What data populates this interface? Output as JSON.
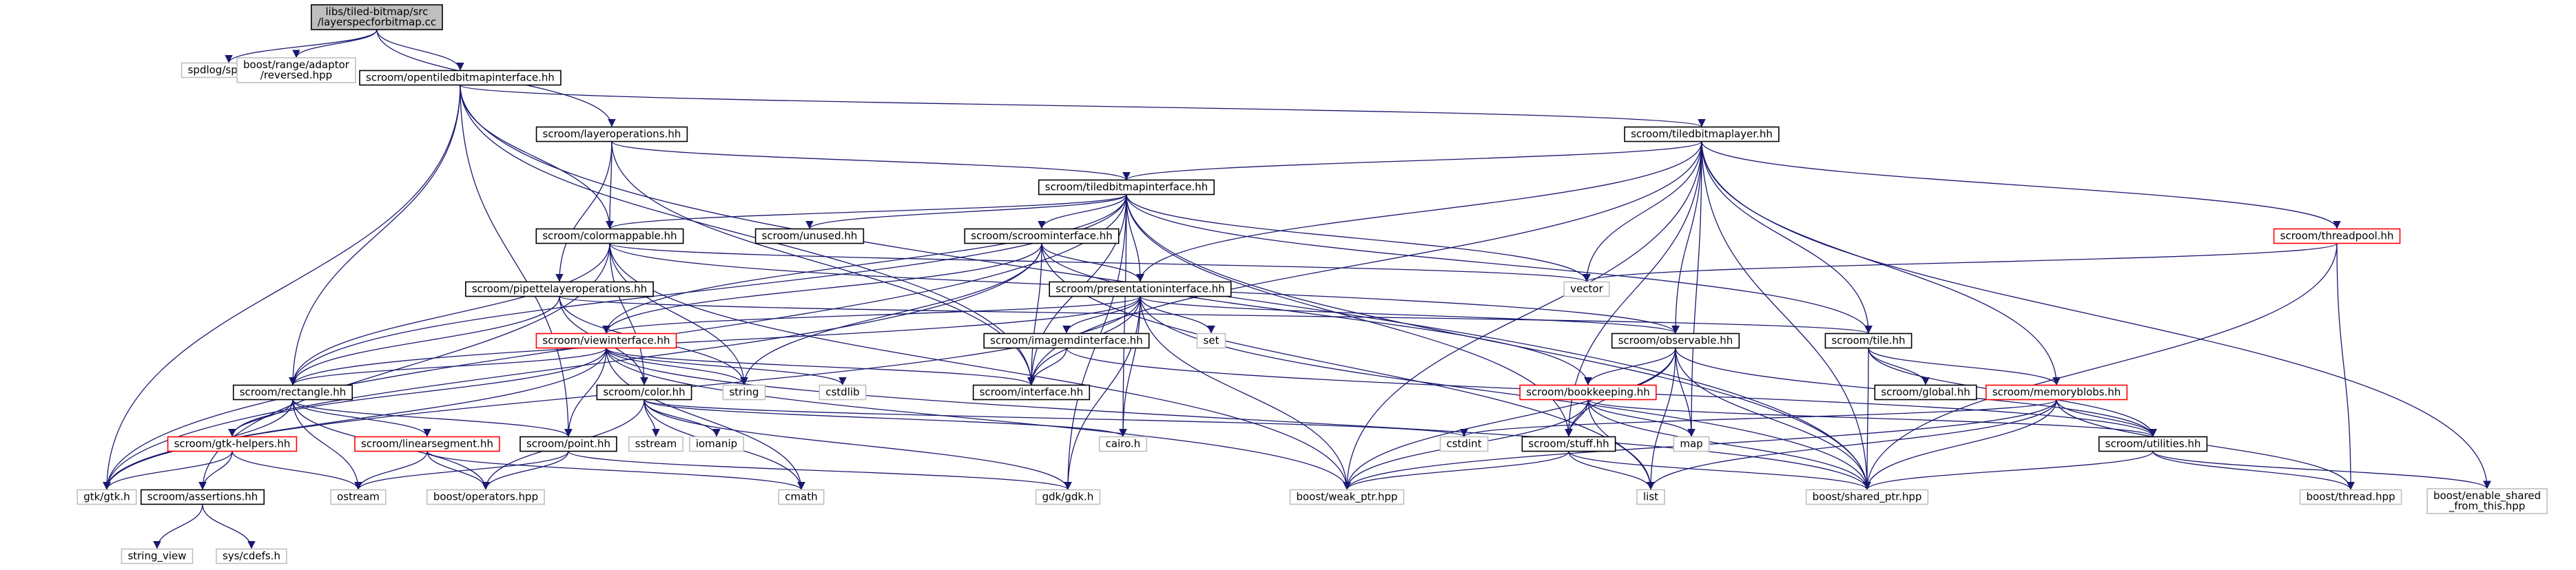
{
  "graph": {
    "colors": {
      "edge": "#191970",
      "root_fill": "#bfbfbf",
      "root_border": "#000000",
      "documented_border": "#000000",
      "incomplete_border": "#ff0000",
      "external_border": "#bfbfbf",
      "text": "#000000"
    },
    "nodes": [
      {
        "id": "root",
        "lines": [
          "libs/tiled-bitmap/src",
          "/layerspecforbitmap.cc"
        ],
        "kind": "root"
      },
      {
        "id": "spdlog",
        "lines": [
          "spdlog/spdlog.h"
        ],
        "kind": "external"
      },
      {
        "id": "reversed",
        "lines": [
          "boost/range/adaptor",
          "/reversed.hpp"
        ],
        "kind": "external"
      },
      {
        "id": "opentbi",
        "lines": [
          "scroom/opentiledbitmapinterface.hh"
        ],
        "kind": "documented"
      },
      {
        "id": "layerops",
        "lines": [
          "scroom/layeroperations.hh"
        ],
        "kind": "documented"
      },
      {
        "id": "tbl",
        "lines": [
          "scroom/tiledbitmaplayer.hh"
        ],
        "kind": "documented"
      },
      {
        "id": "tbi",
        "lines": [
          "scroom/tiledbitmapinterface.hh"
        ],
        "kind": "documented"
      },
      {
        "id": "colormappable",
        "lines": [
          "scroom/colormappable.hh"
        ],
        "kind": "documented"
      },
      {
        "id": "unused",
        "lines": [
          "scroom/unused.hh"
        ],
        "kind": "documented"
      },
      {
        "id": "scroomif",
        "lines": [
          "scroom/scroominterface.hh"
        ],
        "kind": "documented"
      },
      {
        "id": "threadpool",
        "lines": [
          "scroom/threadpool.hh"
        ],
        "kind": "incomplete"
      },
      {
        "id": "pipette",
        "lines": [
          "scroom/pipettelayeroperations.hh"
        ],
        "kind": "documented"
      },
      {
        "id": "presif",
        "lines": [
          "scroom/presentationinterface.hh"
        ],
        "kind": "documented"
      },
      {
        "id": "vector",
        "lines": [
          "vector"
        ],
        "kind": "external"
      },
      {
        "id": "viewif",
        "lines": [
          "scroom/viewinterface.hh"
        ],
        "kind": "incomplete"
      },
      {
        "id": "imagemd",
        "lines": [
          "scroom/imagemdinterface.hh"
        ],
        "kind": "documented"
      },
      {
        "id": "set",
        "lines": [
          "set"
        ],
        "kind": "external"
      },
      {
        "id": "observable",
        "lines": [
          "scroom/observable.hh"
        ],
        "kind": "documented"
      },
      {
        "id": "tile",
        "lines": [
          "scroom/tile.hh"
        ],
        "kind": "documented"
      },
      {
        "id": "rectangle",
        "lines": [
          "scroom/rectangle.hh"
        ],
        "kind": "documented"
      },
      {
        "id": "color",
        "lines": [
          "scroom/color.hh"
        ],
        "kind": "documented"
      },
      {
        "id": "string",
        "lines": [
          "string"
        ],
        "kind": "external"
      },
      {
        "id": "cstdlib",
        "lines": [
          "cstdlib"
        ],
        "kind": "external"
      },
      {
        "id": "interface",
        "lines": [
          "scroom/interface.hh"
        ],
        "kind": "documented"
      },
      {
        "id": "bookkeeping",
        "lines": [
          "scroom/bookkeeping.hh"
        ],
        "kind": "incomplete"
      },
      {
        "id": "global",
        "lines": [
          "scroom/global.hh"
        ],
        "kind": "documented"
      },
      {
        "id": "memblobs",
        "lines": [
          "scroom/memoryblobs.hh"
        ],
        "kind": "incomplete"
      },
      {
        "id": "gtkhelpers",
        "lines": [
          "scroom/gtk-helpers.hh"
        ],
        "kind": "incomplete"
      },
      {
        "id": "linseg",
        "lines": [
          "scroom/linearsegment.hh"
        ],
        "kind": "incomplete"
      },
      {
        "id": "point",
        "lines": [
          "scroom/point.hh"
        ],
        "kind": "documented"
      },
      {
        "id": "sstream",
        "lines": [
          "sstream"
        ],
        "kind": "external"
      },
      {
        "id": "iomanip",
        "lines": [
          "iomanip"
        ],
        "kind": "external"
      },
      {
        "id": "cairo",
        "lines": [
          "cairo.h"
        ],
        "kind": "external"
      },
      {
        "id": "cstdint",
        "lines": [
          "cstdint"
        ],
        "kind": "external"
      },
      {
        "id": "map",
        "lines": [
          "map"
        ],
        "kind": "external"
      },
      {
        "id": "stuff",
        "lines": [
          "scroom/stuff.hh"
        ],
        "kind": "documented"
      },
      {
        "id": "utilities",
        "lines": [
          "scroom/utilities.hh"
        ],
        "kind": "documented"
      },
      {
        "id": "gtk",
        "lines": [
          "gtk/gtk.h"
        ],
        "kind": "external"
      },
      {
        "id": "assertions",
        "lines": [
          "scroom/assertions.hh"
        ],
        "kind": "documented"
      },
      {
        "id": "ostream",
        "lines": [
          "ostream"
        ],
        "kind": "external"
      },
      {
        "id": "operators",
        "lines": [
          "boost/operators.hpp"
        ],
        "kind": "external"
      },
      {
        "id": "cmath",
        "lines": [
          "cmath"
        ],
        "kind": "external"
      },
      {
        "id": "gdk",
        "lines": [
          "gdk/gdk.h"
        ],
        "kind": "external"
      },
      {
        "id": "weakptr",
        "lines": [
          "boost/weak_ptr.hpp"
        ],
        "kind": "external"
      },
      {
        "id": "list",
        "lines": [
          "list"
        ],
        "kind": "external"
      },
      {
        "id": "sharedptr",
        "lines": [
          "boost/shared_ptr.hpp"
        ],
        "kind": "external"
      },
      {
        "id": "thread",
        "lines": [
          "boost/thread.hpp"
        ],
        "kind": "external"
      },
      {
        "id": "enableshared",
        "lines": [
          "boost/enable_shared",
          "_from_this.hpp"
        ],
        "kind": "external"
      },
      {
        "id": "stringview",
        "lines": [
          "string_view"
        ],
        "kind": "external"
      },
      {
        "id": "cdefs",
        "lines": [
          "sys/cdefs.h"
        ],
        "kind": "external"
      }
    ],
    "edges": [
      [
        "root",
        "spdlog"
      ],
      [
        "root",
        "reversed"
      ],
      [
        "root",
        "opentbi"
      ],
      [
        "root",
        "layerops"
      ],
      [
        "opentbi",
        "tbl"
      ],
      [
        "opentbi",
        "colormappable"
      ],
      [
        "opentbi",
        "rectangle"
      ],
      [
        "opentbi",
        "gtk"
      ],
      [
        "opentbi",
        "point"
      ],
      [
        "opentbi",
        "sharedptr"
      ],
      [
        "opentbi",
        "interface"
      ],
      [
        "layerops",
        "tbi"
      ],
      [
        "layerops",
        "colormappable"
      ],
      [
        "layerops",
        "pipette"
      ],
      [
        "layerops",
        "interface"
      ],
      [
        "tbl",
        "tbi"
      ],
      [
        "tbl",
        "presif"
      ],
      [
        "tbl",
        "vector"
      ],
      [
        "tbl",
        "threadpool"
      ],
      [
        "tbl",
        "tile"
      ],
      [
        "tbl",
        "observable"
      ],
      [
        "tbl",
        "memblobs"
      ],
      [
        "tbl",
        "map"
      ],
      [
        "tbl",
        "sharedptr"
      ],
      [
        "tbl",
        "enableshared"
      ],
      [
        "tbl",
        "stuff"
      ],
      [
        "tbl",
        "weakptr"
      ],
      [
        "tbl",
        "interface"
      ],
      [
        "tbi",
        "colormappable"
      ],
      [
        "tbi",
        "unused"
      ],
      [
        "tbi",
        "scroomif"
      ],
      [
        "tbi",
        "presif"
      ],
      [
        "tbi",
        "viewif"
      ],
      [
        "tbi",
        "rectangle"
      ],
      [
        "tbi",
        "vector"
      ],
      [
        "tbi",
        "gtk"
      ],
      [
        "tbi",
        "cairo"
      ],
      [
        "tbi",
        "gdk"
      ],
      [
        "tbi",
        "stuff"
      ],
      [
        "tbi",
        "interface"
      ],
      [
        "tbi",
        "tile"
      ],
      [
        "tbi",
        "sharedptr"
      ],
      [
        "colormappable",
        "color"
      ],
      [
        "colormappable",
        "observable"
      ],
      [
        "colormappable",
        "string"
      ],
      [
        "colormappable",
        "vector"
      ],
      [
        "colormappable",
        "rectangle"
      ],
      [
        "colormappable",
        "assertions"
      ],
      [
        "colormappable",
        "weakptr"
      ],
      [
        "scroomif",
        "presif"
      ],
      [
        "scroomif",
        "viewif"
      ],
      [
        "scroomif",
        "string"
      ],
      [
        "scroomif",
        "interface"
      ],
      [
        "scroomif",
        "bookkeeping"
      ],
      [
        "scroomif",
        "list"
      ],
      [
        "scroomif",
        "gtk"
      ],
      [
        "threadpool",
        "vector"
      ],
      [
        "threadpool",
        "sharedptr"
      ],
      [
        "threadpool",
        "thread"
      ],
      [
        "pipette",
        "rectangle"
      ],
      [
        "pipette",
        "color"
      ],
      [
        "pipette",
        "tile"
      ],
      [
        "pipette",
        "string"
      ],
      [
        "presif",
        "viewif"
      ],
      [
        "presif",
        "imagemd"
      ],
      [
        "presif",
        "observable"
      ],
      [
        "presif",
        "set"
      ],
      [
        "presif",
        "interface"
      ],
      [
        "presif",
        "cairo"
      ],
      [
        "presif",
        "gdk"
      ],
      [
        "presif",
        "rectangle"
      ],
      [
        "presif",
        "sharedptr"
      ],
      [
        "presif",
        "gtk"
      ],
      [
        "presif",
        "weakptr"
      ],
      [
        "viewif",
        "rectangle"
      ],
      [
        "viewif",
        "gtkhelpers"
      ],
      [
        "viewif",
        "point"
      ],
      [
        "viewif",
        "string"
      ],
      [
        "viewif",
        "cstdlib"
      ],
      [
        "viewif",
        "interface"
      ],
      [
        "viewif",
        "cmath"
      ],
      [
        "viewif",
        "gtk"
      ],
      [
        "viewif",
        "sharedptr"
      ],
      [
        "viewif",
        "weakptr"
      ],
      [
        "imagemd",
        "interface"
      ],
      [
        "imagemd",
        "utilities"
      ],
      [
        "observable",
        "bookkeeping"
      ],
      [
        "observable",
        "map"
      ],
      [
        "observable",
        "list"
      ],
      [
        "observable",
        "utilities"
      ],
      [
        "observable",
        "sharedptr"
      ],
      [
        "observable",
        "weakptr"
      ],
      [
        "observable",
        "stuff"
      ],
      [
        "tile",
        "global"
      ],
      [
        "tile",
        "memblobs"
      ],
      [
        "tile",
        "utilities"
      ],
      [
        "tile",
        "sharedptr"
      ],
      [
        "rectangle",
        "gtkhelpers"
      ],
      [
        "rectangle",
        "linseg"
      ],
      [
        "rectangle",
        "point"
      ],
      [
        "rectangle",
        "ostream"
      ],
      [
        "rectangle",
        "operators"
      ],
      [
        "rectangle",
        "gtk"
      ],
      [
        "color",
        "sstream"
      ],
      [
        "color",
        "iomanip"
      ],
      [
        "color",
        "cairo"
      ],
      [
        "color",
        "cstdint"
      ],
      [
        "color",
        "cmath"
      ],
      [
        "color",
        "operators"
      ],
      [
        "color",
        "gdk"
      ],
      [
        "bookkeeping",
        "stuff"
      ],
      [
        "bookkeeping",
        "map"
      ],
      [
        "bookkeeping",
        "list"
      ],
      [
        "bookkeeping",
        "utilities"
      ],
      [
        "bookkeeping",
        "sharedptr"
      ],
      [
        "bookkeeping",
        "weakptr"
      ],
      [
        "memblobs",
        "utilities"
      ],
      [
        "memblobs",
        "cstdint"
      ],
      [
        "memblobs",
        "list"
      ],
      [
        "memblobs",
        "sharedptr"
      ],
      [
        "memblobs",
        "thread"
      ],
      [
        "memblobs",
        "weakptr"
      ],
      [
        "gtkhelpers",
        "gtk"
      ],
      [
        "gtkhelpers",
        "assertions"
      ],
      [
        "gtkhelpers",
        "ostream"
      ],
      [
        "linseg",
        "ostream"
      ],
      [
        "linseg",
        "operators"
      ],
      [
        "linseg",
        "cmath"
      ],
      [
        "point",
        "ostream"
      ],
      [
        "point",
        "operators"
      ],
      [
        "point",
        "gdk"
      ],
      [
        "stuff",
        "list"
      ],
      [
        "stuff",
        "sharedptr"
      ],
      [
        "stuff",
        "weakptr"
      ],
      [
        "utilities",
        "sharedptr"
      ],
      [
        "utilities",
        "thread"
      ],
      [
        "utilities",
        "enableshared"
      ],
      [
        "assertions",
        "stringview"
      ],
      [
        "assertions",
        "cdefs"
      ]
    ]
  }
}
